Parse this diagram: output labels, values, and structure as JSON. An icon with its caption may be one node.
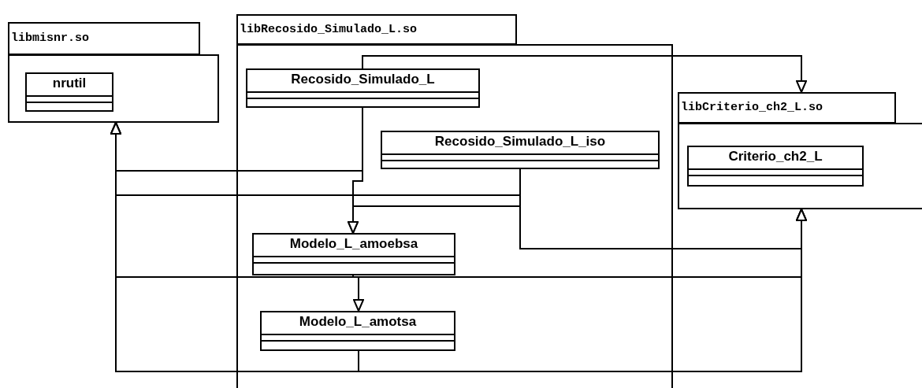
{
  "diagram": {
    "nodes": [
      {
        "text": [
          "libmisnr.so"
        ]
      },
      {
        "text": [
          "nrutil"
        ],
        "in": 0
      },
      {
        "text": [
          "libRecosido_Simulado_L.so"
        ]
      },
      {
        "text": [
          "Recosido_Simulado_L"
        ],
        "in": 2
      },
      {
        "text": [
          "Recosido_Simulado_L_iso"
        ],
        "in": 2
      },
      {
        "text": [
          "Modelo_L_amoebsa"
        ],
        "in": 2
      },
      {
        "text": [
          "Modelo_L_amotsa"
        ],
        "in": 2
      },
      {
        "text": [
          "libCriterio_ch2_L.so"
        ]
      },
      {
        "text": [
          "Criterio_ch2_L"
        ],
        "in": 7
      }
    ],
    "edges": [
      {
        "from": 3,
        "to": 0,
        "arrow": "to"
      },
      {
        "from": 3,
        "to": 5,
        "arrow": "to"
      },
      {
        "from": 3,
        "to": 7,
        "arrow": "to"
      },
      {
        "from": 4,
        "to": 0,
        "arrow": "to"
      },
      {
        "from": 4,
        "to": 5,
        "arrow": "to"
      },
      {
        "from": 4,
        "to": 7,
        "arrow": "to"
      },
      {
        "from": 5,
        "to": 0,
        "arrow": "to"
      },
      {
        "from": 5,
        "to": 6,
        "arrow": "to"
      },
      {
        "from": 5,
        "to": 7,
        "arrow": "to"
      },
      {
        "from": 6,
        "to": 0,
        "arrow": "to"
      },
      {
        "from": 6,
        "to": 7,
        "arrow": "to"
      }
    ]
  }
}
